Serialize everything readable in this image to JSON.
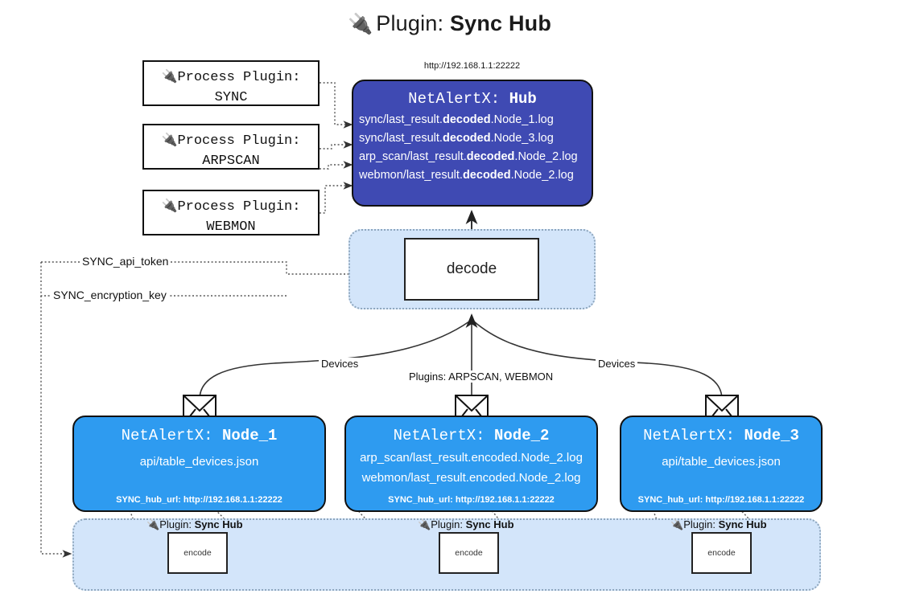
{
  "title": {
    "icon": "plug-icon",
    "label": "Plugin:",
    "name": "Sync Hub"
  },
  "hub": {
    "url": "http://192.168.1.1:22222",
    "title_prefix": "NetAlertX:",
    "title_name": "Hub",
    "logs": [
      {
        "pre": "sync/last_result.",
        "mid": "decoded",
        "post": ".Node_1.log"
      },
      {
        "pre": "sync/last_result.",
        "mid": "decoded",
        "post": ".Node_3.log"
      },
      {
        "pre": "arp_scan/last_result.",
        "mid": "decoded",
        "post": ".Node_2.log"
      },
      {
        "pre": "webmon/last_result.",
        "mid": "decoded",
        "post": ".Node_2.log"
      }
    ]
  },
  "process_plugins": [
    {
      "icon": "plug-icon",
      "line1": "Process Plugin:",
      "line2": "SYNC"
    },
    {
      "icon": "plug-icon",
      "line1": "Process Plugin:",
      "line2": "ARPSCAN"
    },
    {
      "icon": "plug-icon",
      "line1": "Process Plugin:",
      "line2": "WEBMON"
    }
  ],
  "decode": {
    "label": "decode"
  },
  "settings": {
    "api_token": "SYNC_api_token",
    "encryption_key": "SYNC_encryption_key"
  },
  "edge_labels": {
    "devices_left": "Devices",
    "devices_right": "Devices",
    "plugins_center": "Plugins: ARPSCAN, WEBMON"
  },
  "nodes": [
    {
      "title_prefix": "NetAlertX:",
      "title_name": "Node_1",
      "lines": [
        "api/table_devices.json"
      ],
      "hub_url": "SYNC_hub_url: http://192.168.1.1:22222",
      "envelope_icon": "envelope-icon"
    },
    {
      "title_prefix": "NetAlertX:",
      "title_name": "Node_2",
      "lines": [
        "arp_scan/last_result.encoded.Node_2.log",
        "webmon/last_result.encoded.Node_2.log"
      ],
      "hub_url": "SYNC_hub_url: http://192.168.1.1:22222",
      "envelope_icon": "envelope-icon"
    },
    {
      "title_prefix": "NetAlertX:",
      "title_name": "Node_3",
      "lines": [
        "api/table_devices.json"
      ],
      "hub_url": "SYNC_hub_url: http://192.168.1.1:22222",
      "envelope_icon": "envelope-icon"
    }
  ],
  "encoders": [
    {
      "icon": "plug-icon",
      "caption_label": "Plugin:",
      "caption_name": "Sync Hub",
      "box_label": "encode"
    },
    {
      "icon": "plug-icon",
      "caption_label": "Plugin:",
      "caption_name": "Sync Hub",
      "box_label": "encode"
    },
    {
      "icon": "plug-icon",
      "caption_label": "Plugin:",
      "caption_name": "Sync Hub",
      "box_label": "encode"
    }
  ],
  "colors": {
    "hub": "#3f4ab3",
    "node": "#2e9bf0",
    "container": "#d3e5fa",
    "stroke": "#111111"
  }
}
